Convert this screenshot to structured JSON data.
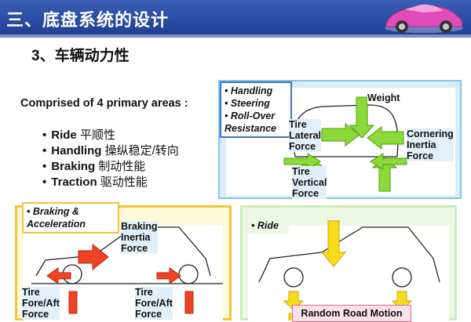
{
  "header": {
    "title": "三、底盘系统的设计",
    "car_color": "#e04ab8"
  },
  "subtitle": "3、车辆动力性",
  "intro": "Comprised of 4 primary areas :",
  "areas": [
    {
      "en": "Ride",
      "cn": "平顺性"
    },
    {
      "en": "Handling",
      "cn": "操纵稳定/转向"
    },
    {
      "en": "Braking",
      "cn": "制动性能"
    },
    {
      "en": "Traction",
      "cn": "驱动性能"
    }
  ],
  "bullet_char": "•",
  "handling_panel": {
    "legend": [
      "• Handling",
      "• Steering",
      "• Roll-Over",
      "  Resistance"
    ],
    "weight": "Weight",
    "tire_lateral": [
      "Tire",
      "Lateral",
      "Force"
    ],
    "cornering": [
      "Cornering",
      "Inertia",
      "Force"
    ],
    "tire_vertical": [
      "Tire",
      "Vertical",
      "Force"
    ],
    "arrow_color": "#7ed321"
  },
  "braking_panel": {
    "legend": [
      "• Braking &",
      "Acceleration"
    ],
    "braking_inertia": [
      "Braking",
      "Inertia",
      "Force"
    ],
    "tire_fore_left": [
      "Tire",
      "Fore/Aft",
      "Force"
    ],
    "tire_fore_right": [
      "Tire",
      "Fore/Aft",
      "Force"
    ],
    "arrow_color": "#ee4423"
  },
  "ride_panel": {
    "legend": [
      "• Ride"
    ],
    "random_road": "Random Road Motion",
    "arrow_color": "#f8dc1c"
  }
}
